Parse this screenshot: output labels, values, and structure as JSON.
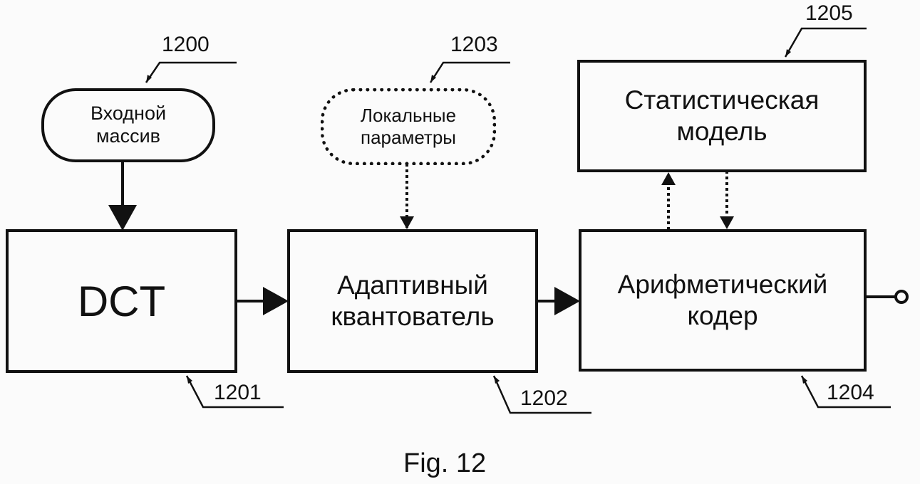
{
  "nodes": {
    "input": {
      "line1": "Входной",
      "line2": "массив",
      "ref": "1200"
    },
    "dct": {
      "label": "DCT",
      "ref": "1201"
    },
    "quantizer": {
      "line1": "Адаптивный",
      "line2": "квантователь",
      "ref": "1202"
    },
    "local_params": {
      "line1": "Локальные",
      "line2": "параметры",
      "ref": "1203"
    },
    "coder": {
      "line1": "Арифметический",
      "line2": "кодер",
      "ref": "1204"
    },
    "stat_model": {
      "line1": "Статистическая",
      "line2": "модель",
      "ref": "1205"
    }
  },
  "caption": "Fig. 12"
}
